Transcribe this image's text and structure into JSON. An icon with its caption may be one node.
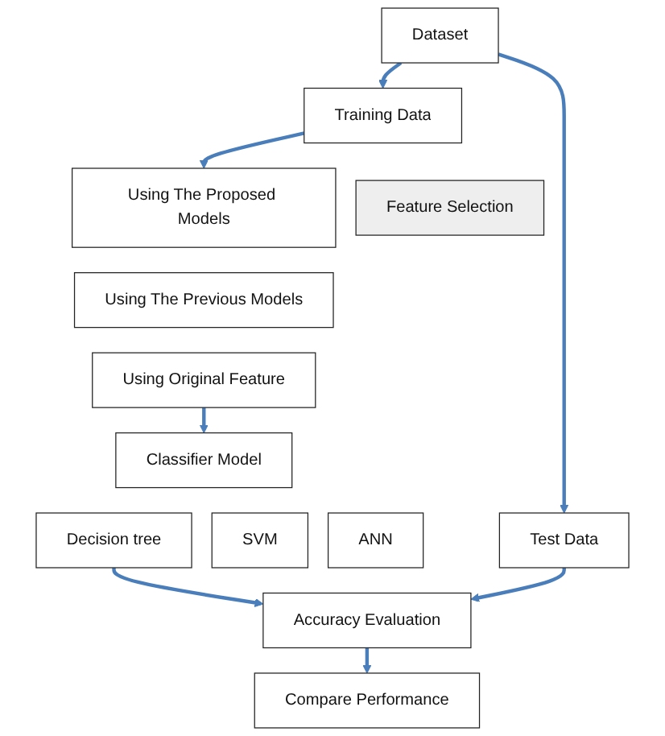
{
  "diagram": {
    "nodes": [
      {
        "text": [
          "Dataset"
        ]
      },
      {
        "text": [
          "Training Data"
        ]
      },
      {
        "text": [
          "Test Data"
        ]
      },
      {
        "text": [
          "Feature Selection"
        ]
      },
      {
        "text": [
          "Using The Proposed Models"
        ]
      },
      {
        "text": [
          "Using The Previous Models"
        ]
      },
      {
        "text": [
          "Using Original Feature"
        ]
      },
      {
        "text": [
          "Classifier Model"
        ]
      },
      {
        "text": [
          "Decision tree"
        ]
      },
      {
        "text": [
          "SVM"
        ]
      },
      {
        "text": [
          "ANN"
        ]
      },
      {
        "text": [
          "Accuracy Evaluation"
        ]
      },
      {
        "text": [
          "Compare Performance"
        ]
      }
    ],
    "edges": [
      {
        "from": 0,
        "to": 1,
        "arrow": "to"
      },
      {
        "from": 0,
        "to": 2,
        "arrow": "to"
      },
      {
        "from": 1,
        "to": 4,
        "arrow": "to"
      },
      {
        "from": 6,
        "to": 7,
        "arrow": "to"
      },
      {
        "from": 8,
        "to": 11,
        "arrow": "to"
      },
      {
        "from": 2,
        "to": 11,
        "arrow": "to"
      },
      {
        "from": 11,
        "to": 12,
        "arrow": "to"
      }
    ]
  }
}
